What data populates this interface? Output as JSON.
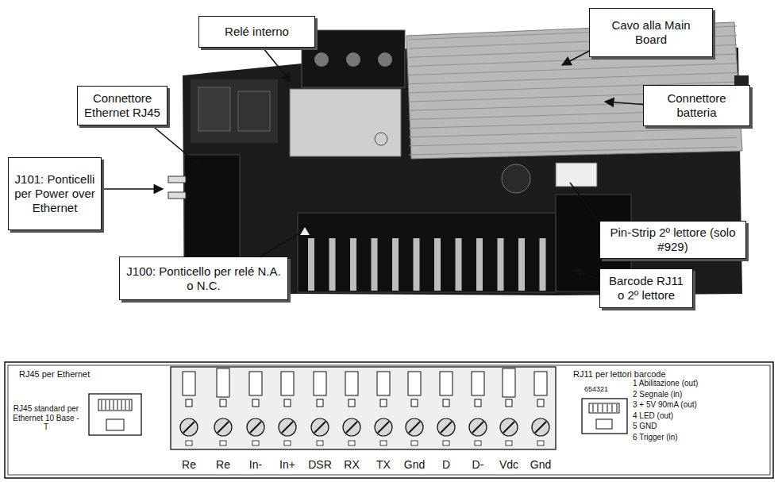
{
  "diagram": {
    "nodes": [
      {
        "text": [
          "Relé interno"
        ]
      },
      {
        "text": [
          "Cavo alla Main Board"
        ]
      },
      {
        "text": [
          "Connettore Ethernet RJ45"
        ]
      },
      {
        "text": [
          "Connettore batteria"
        ]
      },
      {
        "text": [
          "J101: Ponticelli per Power over Ethernet"
        ]
      },
      {
        "text": [
          "Pin-Strip 2º lettore (solo #929)"
        ]
      },
      {
        "text": [
          "J100: Ponticello per relé N.A. o N.C."
        ]
      },
      {
        "text": [
          "Barcode RJ11 o 2º lettore"
        ]
      }
    ],
    "labels": [
      "RJ45 per Ethernet",
      "RJ45 standard per Ethernet 10 Base - T",
      "RJ11 per lettori barcode",
      "654321",
      "1 Abilitazione (out)",
      "2 Segnale (in)",
      "3 + 5V 90mA (out)",
      "4 LED (out)",
      "5 GND",
      "6 Trigger (in)",
      "Re",
      "Re",
      "In-",
      "In+",
      "DSR",
      "RX",
      "TX",
      "Gnd",
      "D",
      "D-",
      "Vdc",
      "Gnd"
    ]
  }
}
